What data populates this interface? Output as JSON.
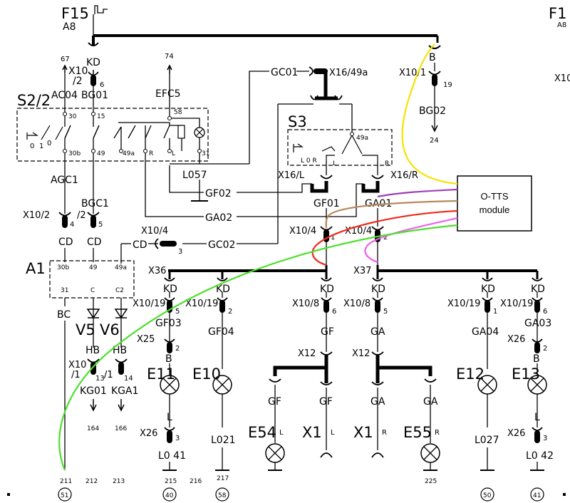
{
  "fuse": {
    "name": "F15",
    "loc": "A8"
  },
  "fuse_right_partial": {
    "name": "F1",
    "loc": "A8",
    "clip": "X10"
  },
  "module": {
    "line1": "O-TTS",
    "line2": "module"
  },
  "switch_s22": {
    "name": "S2/2",
    "terms": [
      "30",
      "15",
      "49a",
      "R",
      "L",
      "31",
      "30b",
      "49"
    ],
    "pos": [
      "0",
      "1",
      "0"
    ]
  },
  "switch_s3": {
    "name": "S3",
    "terms": [
      "49a",
      "L",
      "R"
    ],
    "letters": "L 0 R"
  },
  "relay_a1": {
    "name": "A1",
    "top": [
      "30b",
      "49",
      "49a"
    ],
    "bottom": [
      "31",
      "C",
      "C2"
    ]
  },
  "top_connectors": {
    "kd": "KD",
    "x10_2": "X10",
    "slash2": "/2",
    "n67": "67",
    "n6": "6",
    "ac04": "AC04",
    "bg01": "BG01",
    "n74": "74",
    "efc5": "EFC5",
    "n58": "58",
    "b": "B",
    "x10_1": "X10/1",
    "n19": "19",
    "bg02": "BG02",
    "n24": "24"
  },
  "wires": {
    "gc01": "GC01",
    "x16_49a": "X16/49a",
    "gf02": "GF02",
    "ga02": "GA02",
    "gc02": "GC02",
    "cd": "CD",
    "x10_4": "X10/4",
    "n3": "3",
    "l057": "L057",
    "agc1": "AGC1",
    "bgc1": "BGC1",
    "x10_2b": "X10/2",
    "n4": "4",
    "slash2b": "/2",
    "n5": "5",
    "x16_l": "X16/L",
    "x16_r": "X16/R",
    "gf01": "GF01",
    "ga01": "GA01",
    "n1": "1",
    "n2": "2"
  },
  "bus": {
    "x36": "X36",
    "x37": "X37"
  },
  "lower": {
    "bc": "BC",
    "v5": "V5",
    "v6": "V6",
    "hb": "HB",
    "x10_1b": "X10",
    "sl1": "/1",
    "n13": "13",
    "n14": "14",
    "kg01": "KG01",
    "kga1": "KGA1",
    "n164": "164",
    "n166": "166",
    "x10_19": "X10/19",
    "gf03": "GF03",
    "gf04": "GF04",
    "x25": "X25",
    "e11": "E11",
    "e10": "E10",
    "x26": "X26",
    "l041": "L0 41",
    "l021": "L021",
    "x10_8": "X10/8",
    "gf": "GF",
    "ga": "GA",
    "x12": "X12",
    "e54": "E54",
    "e55": "E55",
    "x1": "X1",
    "l": "L",
    "r": "R",
    "ga04": "GA04",
    "ga03": "GA03",
    "e12": "E12",
    "e13": "E13",
    "l027": "L027",
    "l042": "L0 42",
    "n225": "225"
  },
  "bottom_refs": {
    "n211": "211",
    "n212": "212",
    "n213": "213",
    "n215": "215",
    "n216": "216",
    "n217": "217"
  },
  "circled": [
    "51",
    "40",
    "58",
    "50",
    "41"
  ],
  "colors": {
    "yellow": "#f5e300",
    "purple": "#9b3fb6",
    "tan": "#b7895a",
    "red": "#ee2a1a",
    "magenta": "#f05ef0",
    "green": "#4be02a"
  }
}
